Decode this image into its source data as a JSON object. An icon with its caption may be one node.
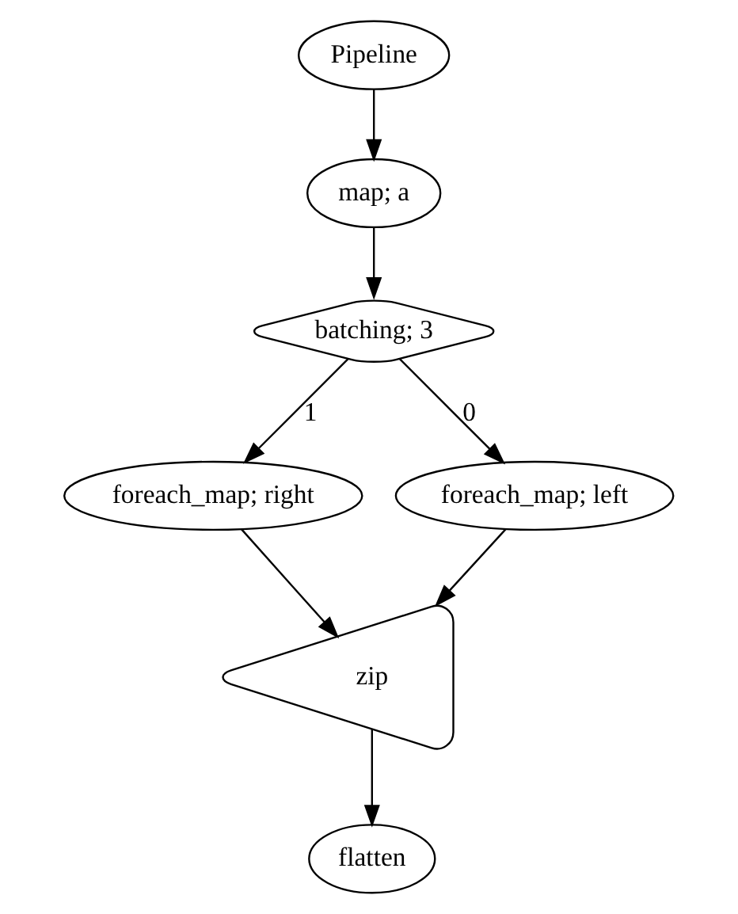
{
  "diagram": {
    "nodes": [
      {
        "text": [
          "Pipeline"
        ]
      },
      {
        "text": [
          "map; a"
        ]
      },
      {
        "text": [
          "batching; 3"
        ]
      },
      {
        "text": [
          "foreach_map; right"
        ]
      },
      {
        "text": [
          "foreach_map; left"
        ]
      },
      {
        "text": [
          "zip"
        ]
      },
      {
        "text": [
          "flatten"
        ]
      }
    ],
    "edges": [
      {
        "from": 0,
        "to": 1,
        "arrow": "to"
      },
      {
        "from": 1,
        "to": 2,
        "arrow": "to"
      },
      {
        "from": 2,
        "to": 3,
        "arrow": "to",
        "label": "1"
      },
      {
        "from": 2,
        "to": 4,
        "arrow": "to",
        "label": "0"
      },
      {
        "from": 3,
        "to": 5,
        "arrow": "to"
      },
      {
        "from": 4,
        "to": 5,
        "arrow": "to"
      },
      {
        "from": 5,
        "to": 6,
        "arrow": "to"
      }
    ]
  }
}
